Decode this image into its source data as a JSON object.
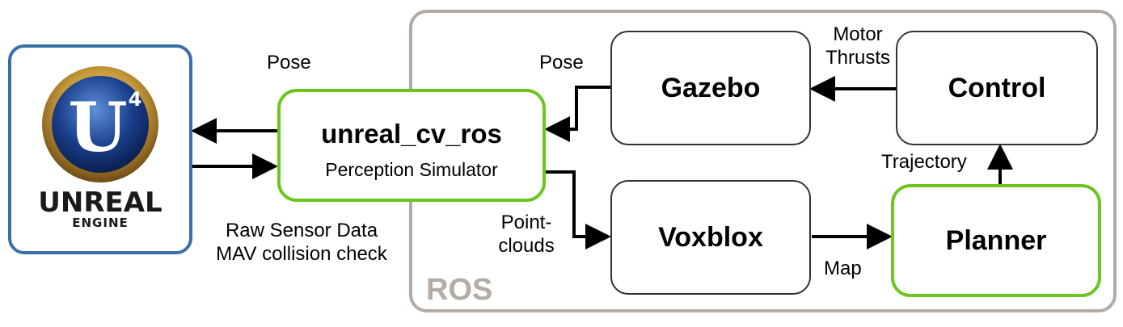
{
  "engine_logo": {
    "mark": "U",
    "version": "4",
    "wordmark": "UNREAL",
    "subtitle": "ENGINE"
  },
  "nodes": {
    "unreal_cv_ros": {
      "title": "unreal_cv_ros",
      "subtitle": "Perception Simulator"
    },
    "gazebo": {
      "title": "Gazebo"
    },
    "control": {
      "title": "Control"
    },
    "voxblox": {
      "title": "Voxblox"
    },
    "planner": {
      "title": "Planner"
    }
  },
  "group": {
    "label": "ROS"
  },
  "edge_labels": {
    "pose_to_unreal": "Pose",
    "raw_sensor_line1": "Raw Sensor Data",
    "raw_sensor_line2": "MAV collision check",
    "pose_from_gazebo": "Pose",
    "motor_line1": "Motor",
    "motor_line2": "Thrusts",
    "trajectory": "Trajectory",
    "pointclouds_line1": "Point-",
    "pointclouds_line2": "clouds",
    "map": "Map"
  },
  "colors": {
    "ros_group": "#b3aca4",
    "highlight_node": "#6dc524",
    "unreal_border": "#3a6ea8",
    "edge": "#000000"
  }
}
